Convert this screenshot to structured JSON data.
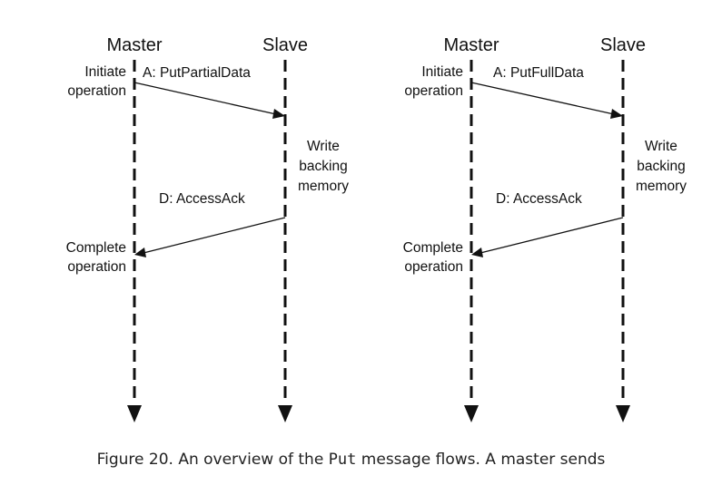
{
  "flows": [
    {
      "master_label": "Master",
      "slave_label": "Slave",
      "initiate": [
        "Initiate",
        "operation"
      ],
      "request": "A: PutPartialData",
      "slave_action": [
        "Write",
        "backing",
        "memory"
      ],
      "response": "D: AccessAck",
      "complete": [
        "Complete",
        "operation"
      ]
    },
    {
      "master_label": "Master",
      "slave_label": "Slave",
      "initiate": [
        "Initiate",
        "operation"
      ],
      "request": "A: PutFullData",
      "slave_action": [
        "Write",
        "backing",
        "memory"
      ],
      "response": "D: AccessAck",
      "complete": [
        "Complete",
        "operation"
      ]
    }
  ],
  "caption": {
    "prefix": "Figure 20. An overview of the ",
    "code": "Put",
    "suffix": " message flows. A master sends"
  },
  "colors": {
    "ink": "#111111",
    "caption": "#222222",
    "background": "#ffffff"
  }
}
